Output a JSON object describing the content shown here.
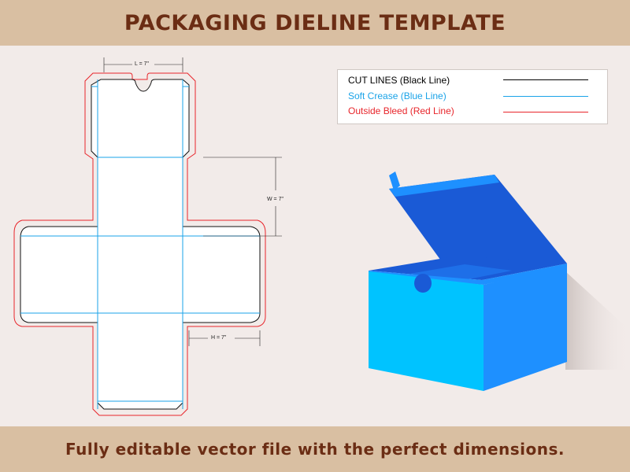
{
  "header": {
    "title": "PACKAGING DIELINE TEMPLATE"
  },
  "footer": {
    "tagline": "Fully editable vector file with the perfect dimensions."
  },
  "legend": {
    "items": [
      {
        "label": "CUT LINES (Black Line)",
        "color": "#000000"
      },
      {
        "label": "Soft Crease (Blue Line)",
        "color": "#1aa3e8"
      },
      {
        "label": "Outside Bleed (Red Line)",
        "color": "#e8252b"
      }
    ]
  },
  "dimensions": {
    "length": "L = 7\"",
    "width": "W = 7\"",
    "height": "H = 7\""
  },
  "colors": {
    "banner": "#d9bfa2",
    "banner_text": "#6b2d14",
    "background": "#f2ebe9",
    "box_light": "#00c3ff",
    "box_mid": "#1e90ff",
    "box_dark": "#1a5ad6"
  }
}
